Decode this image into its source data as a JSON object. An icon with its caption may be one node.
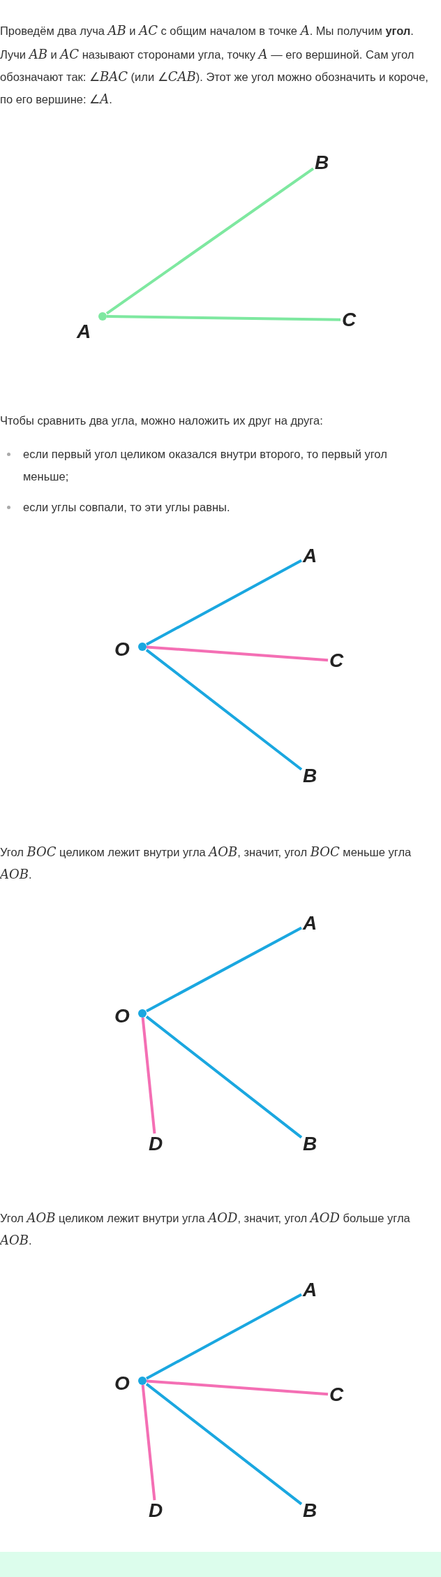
{
  "diagram": {
    "nodes": [
      {
        "text": [],
        "shape": "circle",
        "beside": [
          "A"
        ]
      },
      {
        "text": [
          "B"
        ]
      },
      {
        "text": [
          "C"
        ]
      },
      {
        "text": [],
        "shape": "circle",
        "beside": [
          "O"
        ]
      },
      {
        "text": [
          "A"
        ]
      },
      {
        "text": [
          "C"
        ]
      },
      {
        "text": [
          "B"
        ]
      },
      {
        "text": [],
        "shape": "circle",
        "beside": [
          "O"
        ]
      },
      {
        "text": [
          "A"
        ]
      },
      {
        "text": [
          "D"
        ]
      },
      {
        "text": [
          "B"
        ]
      },
      {
        "text": [],
        "shape": "circle",
        "beside": [
          "O"
        ]
      },
      {
        "text": [
          "A"
        ]
      },
      {
        "text": [
          "C"
        ]
      },
      {
        "text": [
          "D"
        ]
      },
      {
        "text": [
          "B"
        ]
      }
    ],
    "edges": [
      {
        "from": 0,
        "to": 1,
        "arrow": "none",
        "color": "#7ee8a0"
      },
      {
        "from": 0,
        "to": 2,
        "arrow": "none",
        "color": "#7ee8a0"
      },
      {
        "from": 3,
        "to": 4,
        "arrow": "none"
      },
      {
        "from": 3,
        "to": 5,
        "arrow": "none",
        "color": "#f46fb4"
      },
      {
        "from": 3,
        "to": 6,
        "arrow": "none"
      },
      {
        "from": 7,
        "to": 8,
        "arrow": "none"
      },
      {
        "from": 7,
        "to": 9,
        "arrow": "none",
        "color": "#f46fb4"
      },
      {
        "from": 7,
        "to": 10,
        "arrow": "none"
      },
      {
        "from": 11,
        "to": 12,
        "arrow": "none"
      },
      {
        "from": 11,
        "to": 13,
        "arrow": "none",
        "color": "#f46fb4"
      },
      {
        "from": 11,
        "to": 14,
        "arrow": "none",
        "color": "#f46fb4"
      },
      {
        "from": 11,
        "to": 15,
        "arrow": "none"
      }
    ],
    "labels": [
      "Проведём два луча *AB* и *AC* с общим началом в точке *A*. Мы получим **угол**.",
      "Лучи *AB* и *AC* называют сторонами угла, точку *A* — его вершиной. Сам угол обозначают так: ∠*BAC* (или ∠*CAB*). Этот же угол можно обозначить и короче, по его вершине: ∠*A*.",
      "Чтобы сравнить два угла, можно наложить их друг на друга:",
      "если первый угол целиком оказался внутри второго, то первый угол меньше;",
      "если углы совпали, то эти углы равны.",
      "Угол *BOC* целиком лежит внутри угла *AOB*, значит, угол *BOC* меньше угла *AOB*.",
      "Угол *AOB* целиком лежит внутри угла *AOD*, значит, угол *AOD* больше угла *AOB*."
    ]
  }
}
